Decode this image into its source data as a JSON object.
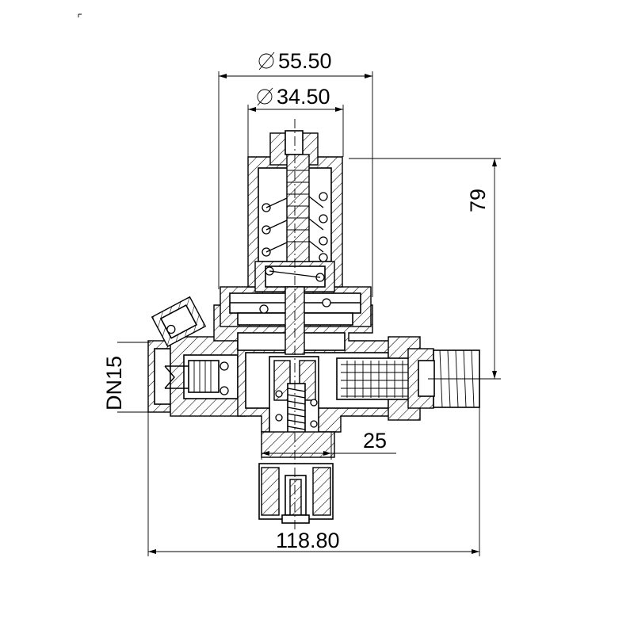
{
  "dimensions": {
    "outer_diameter": "55.50",
    "inner_diameter": "34.50",
    "height": "79",
    "connection": "DN15",
    "bottom_port": "25",
    "overall_length": "118.80"
  },
  "symbols": {
    "diameter": "∅"
  }
}
